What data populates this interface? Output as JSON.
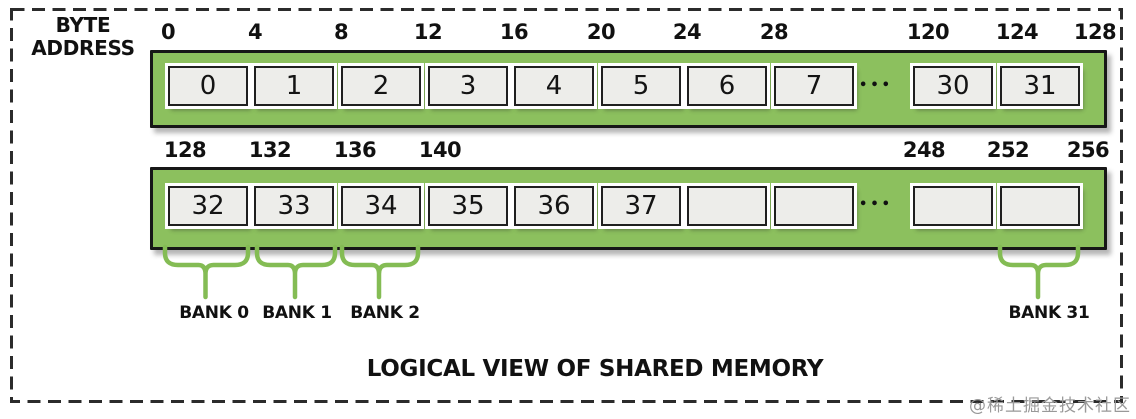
{
  "byte_address": {
    "line1": "BYTE",
    "line2": "ADDRESS"
  },
  "rows": [
    {
      "addresses": [
        "0",
        "4",
        "8",
        "12",
        "16",
        "20",
        "24",
        "28",
        "120",
        "124",
        "128"
      ],
      "cells": [
        "0",
        "1",
        "2",
        "3",
        "4",
        "5",
        "6",
        "7",
        "30",
        "31"
      ],
      "ellipsis": "•••"
    },
    {
      "addresses": [
        "128",
        "132",
        "136",
        "140",
        "248",
        "252",
        "256"
      ],
      "cells": [
        "32",
        "33",
        "34",
        "35",
        "36",
        "37",
        "",
        "",
        "",
        ""
      ],
      "ellipsis": "•••"
    }
  ],
  "banks": [
    "BANK 0",
    "BANK 1",
    "BANK 2",
    "BANK 31"
  ],
  "title": "LOGICAL VIEW OF SHARED MEMORY",
  "watermark": "@稀土掘金技术社区",
  "colors": {
    "bar_fill": "#8CC05E",
    "bar_border": "#171717",
    "cell_fill": "#EDEDEA",
    "cell_border": "#1F1F1F",
    "brace_green": "#84BC54",
    "text": "#111111",
    "watermark_gray": "#999999",
    "dash_border": "#2B2B2B"
  }
}
